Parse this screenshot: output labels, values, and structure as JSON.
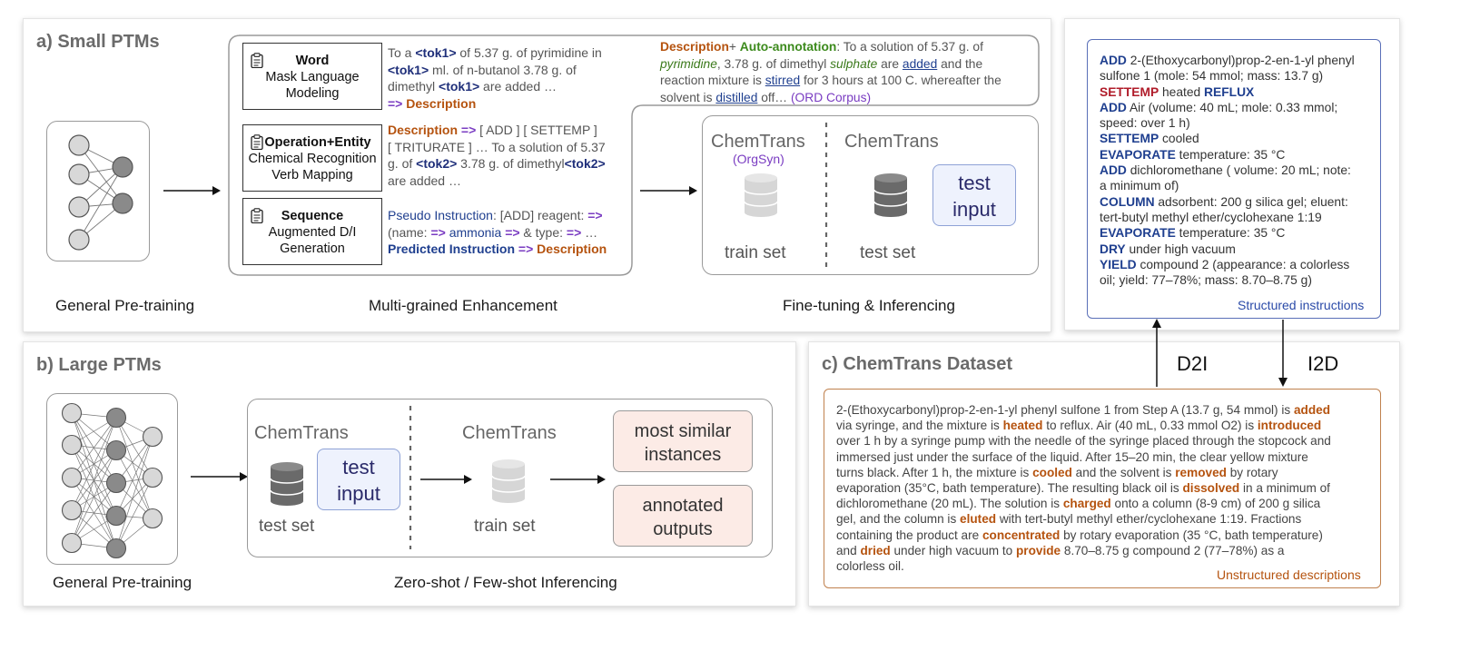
{
  "panel_a": {
    "title": "a) Small PTMs",
    "caption_general": "General Pre-training",
    "caption_multi": "Multi-grained Enhancement",
    "caption_finetune": "Fine-tuning & Inferencing",
    "tasks": [
      {
        "title": "Word",
        "line1": "Mask Language",
        "line2": "Modeling"
      },
      {
        "title": "Operation+Entity",
        "line1": "Chemical Recognition",
        "line2": "Verb Mapping"
      },
      {
        "title": "Sequence",
        "line1": "Augmented D/I",
        "line2": "Generation"
      }
    ],
    "ex1": {
      "p1": "To a ",
      "tok": "<tok1>",
      "p2": " of 5.37 g. of pyrimidine in ",
      "p3": " ml. of n-butanol 3.78 g. of",
      "p4": "dimethyl ",
      "p5": " are added …",
      "arrow": "=>",
      "desc": "Description"
    },
    "ex2": {
      "desc": "Description",
      "arrow": "=>",
      "p1": " [ ADD ] [ SETTEMP ]",
      "p2": "[ TRITURATE ] … To a solution of 5.37",
      "p3": "g. of ",
      "tok": "<tok2>",
      "p4": " 3.78 g. of dimethyl",
      "p5": "are added …"
    },
    "ex3": {
      "pseudo": "Pseudo Instruction",
      "p1": ": [ADD] reagent: ",
      "arrow": "=>",
      "p2": "(name: ",
      "ammonia": " ammonia ",
      "p3": " & type: ",
      "p4": " …",
      "pred": "Predicted Instruction",
      "desc": "Description"
    },
    "auto": {
      "desc": "Description",
      "plus": "+ ",
      "auto": "Auto-annotation",
      "p1": ": To a solution of 5.37 g. of",
      "pyr": "pyrimidine",
      "p2": ", 3.78 g. of dimethyl ",
      "sul": "sulphate",
      "p3": " are ",
      "added": "added",
      "p4": " and the",
      "p5": "reaction mixture is ",
      "stirred": "stirred",
      "p6": " for 3 hours at 100 C. whereafter the",
      "p7": "solvent is ",
      "distilled": "distilled",
      "p8": " off… ",
      "ord": "(ORD Corpus)"
    },
    "finetune": {
      "ct1": "ChemTrans",
      "orgsyn": "(OrgSyn)",
      "ct2": "ChemTrans",
      "train": "train set",
      "test": "test set",
      "test_input": "test input"
    }
  },
  "panel_b": {
    "title": "b) Large PTMs",
    "caption_general": "General Pre-training",
    "caption_zero": "Zero-shot / Few-shot Inferencing",
    "ct1": "ChemTrans",
    "ct2": "ChemTrans",
    "test_input": "test input",
    "test": "test set",
    "train": "train set",
    "similar": "most similar instances",
    "annotated": "annotated outputs"
  },
  "panel_c": {
    "title": "c) ChemTrans Dataset",
    "d2i": "D2I",
    "i2d": "I2D",
    "structured_label": "Structured instructions",
    "unstructured_label": "Unstructured descriptions",
    "instructions": [
      {
        "kw": "ADD",
        "text": " 2-(Ethoxycarbonyl)prop-2-en-1-yl phenyl"
      },
      {
        "kw": "",
        "text": "sulfone 1 (mole: 54 mmol; mass: 13.7 g)"
      },
      {
        "kw": "SETTEMP",
        "text": " heated  ",
        "kw2": "REFLUX"
      },
      {
        "kw": "ADD",
        "text": " Air (volume: 40 mL; mole: 0.33 mmol;"
      },
      {
        "kw": "",
        "text": "speed: over 1 h)"
      },
      {
        "kw": "SETTEMP",
        "text": " cooled"
      },
      {
        "kw": "EVAPORATE",
        "text": " temperature: 35 °C"
      },
      {
        "kw": "ADD",
        "text": " dichloromethane ( volume: 20 mL; note:"
      },
      {
        "kw": "",
        "text": "a minimum of)"
      },
      {
        "kw": "COLUMN",
        "text": " adsorbent: 200 g silica gel; eluent:"
      },
      {
        "kw": "",
        "text": "tert-butyl methyl ether/cyclohexane 1:19"
      },
      {
        "kw": "EVAPORATE",
        "text": " temperature: 35 °C"
      },
      {
        "kw": "DRY",
        "text": " under high vacuum"
      },
      {
        "kw": "YIELD",
        "text": " compound 2 (appearance: a colorless"
      },
      {
        "kw": "",
        "text": "oil; yield: 77–78%; mass: 8.70–8.75 g)"
      }
    ],
    "description": [
      {
        "text": "2-(Ethoxycarbonyl)prop-2-en-1-yl phenyl sulfone 1 from Step A (13.7 g, 54 mmol) is ",
        "hl": "added"
      },
      {
        "text": "via syringe, and the mixture is ",
        "hl": "heated",
        "text2": " to reflux. Air (40 mL, 0.33 mmol O2) is ",
        "hl2": "introduced"
      },
      {
        "text": "over 1 h by a syringe pump with the needle of the syringe placed through the stopcock and"
      },
      {
        "text": "immersed just under the surface of the liquid. After 15–20 min, the clear yellow mixture"
      },
      {
        "text": "turns black. After 1 h, the mixture is ",
        "hl": "cooled",
        "text2": " and the solvent is ",
        "hl2": "removed",
        "text3": " by rotary"
      },
      {
        "text": "evaporation (35°C, bath temperature). The resulting black oil is ",
        "hl": "dissolved",
        "text2": " in a minimum of"
      },
      {
        "text": "dichloromethane (20 mL). The solution is ",
        "hl": "charged",
        "text2": " onto a column (8-9 cm) of 200 g silica"
      },
      {
        "text": "gel, and the column is ",
        "hl": "eluted",
        "text2": " with tert-butyl methyl ether/cyclohexane 1:19. Fractions"
      },
      {
        "text": "containing the product are ",
        "hl": "concentrated",
        "text2": " by rotary evaporation (35 °C, bath temperature)"
      },
      {
        "text": "and ",
        "hl": "dried",
        "text2": " under high vacuum to ",
        "hl2": "provide",
        "text3": " 8.70–8.75 g compound 2 (77–78%) as a"
      },
      {
        "text": "colorless oil."
      }
    ]
  }
}
